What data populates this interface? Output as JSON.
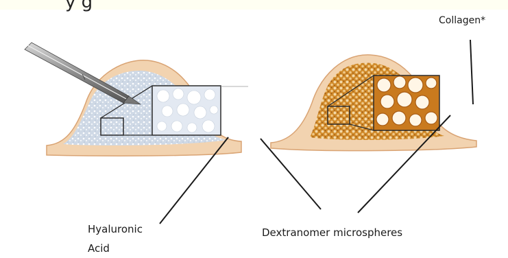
{
  "header_fragment": "y    g",
  "labels": {
    "collagen": "Collagen*",
    "hyaluronic_line1": "Hyaluronic",
    "hyaluronic_line2": "Acid",
    "dextranomer": "Dextranomer microspheres"
  },
  "colors": {
    "tissue": "#f2d3b0",
    "tissue_edge": "#d9a373",
    "ha_fill": "#cfd9e6",
    "dx_fill": "#d08a2a",
    "dx_dark": "#a85c14",
    "outline": "#2b2b2b"
  }
}
